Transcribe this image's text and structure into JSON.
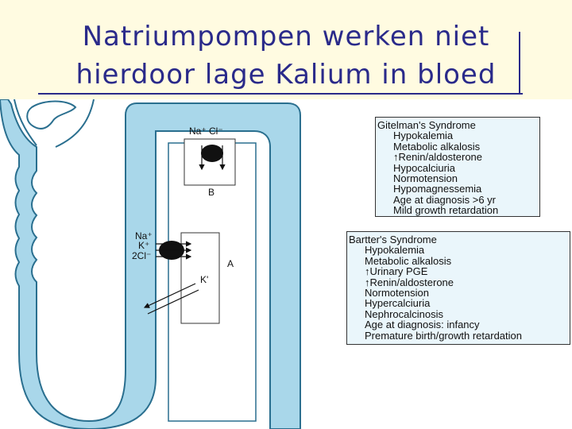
{
  "title": {
    "line1": "Natriumpompen werken niet",
    "line2": "hierdoor lage Kalium in bloed"
  },
  "diagram": {
    "pump_b_ions": "Na⁺ Cl⁻",
    "pump_b_label": "B",
    "pump_a_ions_na": "Na⁺",
    "pump_a_ions_k": "K⁺",
    "pump_a_ions_cl": "2Cl⁻",
    "pump_a_label": "A",
    "channel_k_label": "K'"
  },
  "gitelman": {
    "heading": "Gitelman's Syndrome",
    "items": [
      "Hypokalemia",
      "Metabolic alkalosis",
      "↑Renin/aldosterone",
      "Hypocalciuria",
      "Normotension",
      "Hypomagnessemia",
      "Age at diagnosis >6 yr",
      "Mild growth retardation"
    ]
  },
  "bartter": {
    "heading": "Bartter's Syndrome",
    "items": [
      "Hypokalemia",
      "Metabolic alkalosis",
      "↑Urinary PGE",
      "↑Renin/aldosterone",
      "Normotension",
      "Hypercalciuria",
      "Nephrocalcinosis",
      "Age at diagnosis: infancy",
      "Premature birth/growth retardation"
    ]
  },
  "colors": {
    "tubule": "#a9d7ea",
    "title_band": "#fffbe1",
    "title_text": "#2a2a8a",
    "box_fill": "#eaf6fb"
  }
}
